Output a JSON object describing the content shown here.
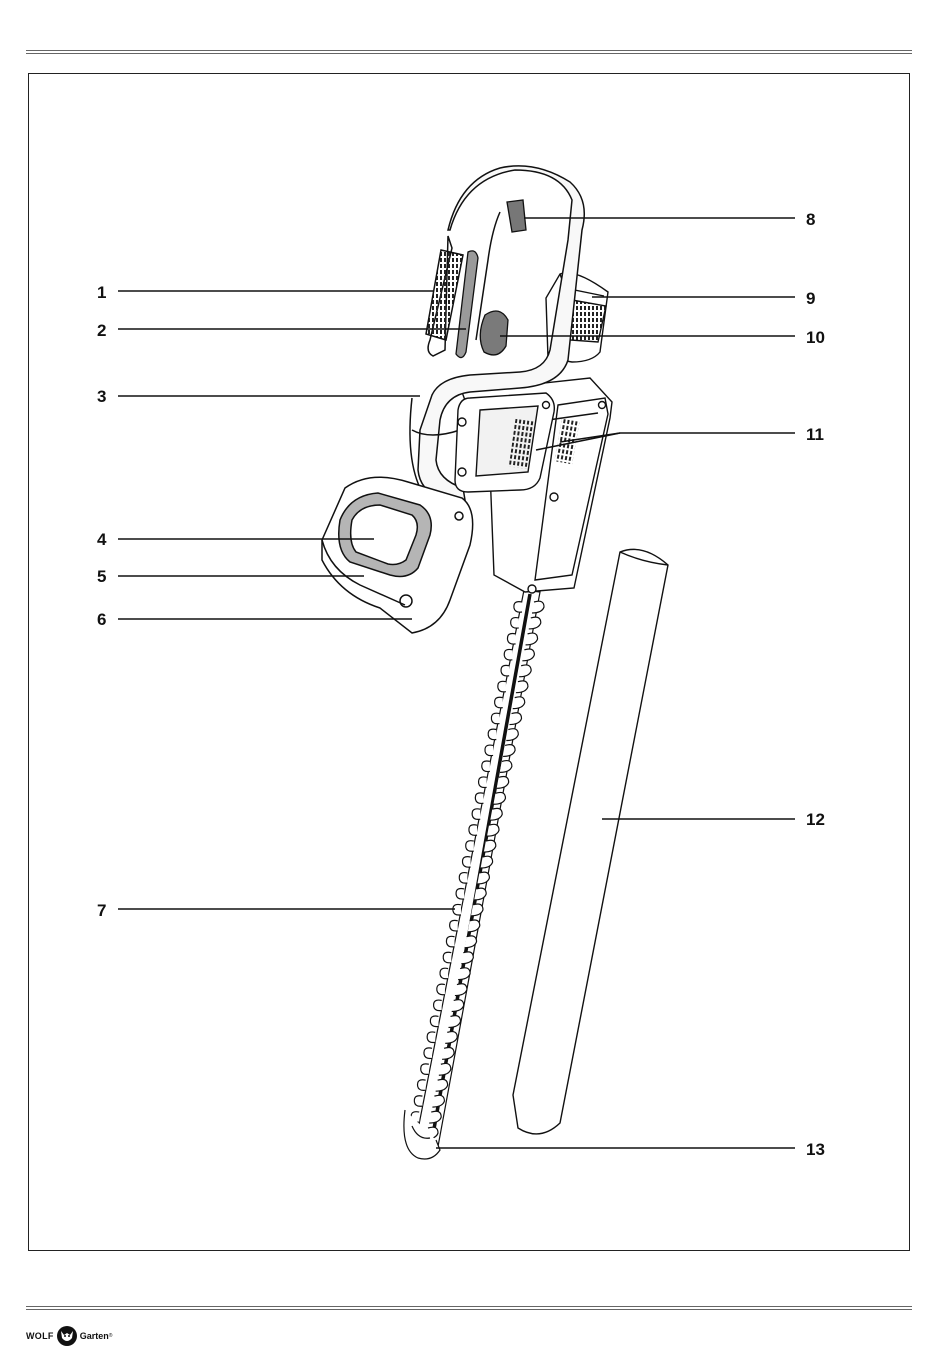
{
  "callouts": [
    {
      "id": "1",
      "label": "1"
    },
    {
      "id": "2",
      "label": "2"
    },
    {
      "id": "3",
      "label": "3"
    },
    {
      "id": "4",
      "label": "4"
    },
    {
      "id": "5",
      "label": "5"
    },
    {
      "id": "6",
      "label": "6"
    },
    {
      "id": "7",
      "label": "7"
    },
    {
      "id": "8",
      "label": "8"
    },
    {
      "id": "9",
      "label": "9"
    },
    {
      "id": "10",
      "label": "10"
    },
    {
      "id": "11",
      "label": "11"
    },
    {
      "id": "12",
      "label": "12"
    },
    {
      "id": "13",
      "label": "13"
    }
  ],
  "footer": {
    "brand_left": "WOLF",
    "brand_right": "Garten",
    "registered": "®",
    "logo_icon": "wolf-head-icon"
  },
  "colors": {
    "line": "#111111",
    "highlight_gray": "#b5b5b5",
    "dark_gray": "#6a6a6a"
  }
}
